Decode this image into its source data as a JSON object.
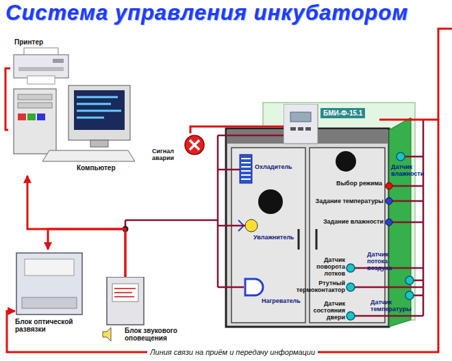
{
  "diagram": {
    "title": "Система управления инкубатором",
    "nodes": [
      {
        "text": [
          "Принтер"
        ]
      },
      {
        "text": [
          "Компьютер"
        ]
      },
      {
        "text": [
          "Сигнал аварии"
        ]
      },
      {
        "text": [
          "БМИ-Ф-15.1"
        ]
      },
      {
        "text": [
          "Блок оптической развязки"
        ]
      },
      {
        "text": [
          "Блок звукового оповещения"
        ]
      }
    ],
    "edges": [
      {
        "from": 0,
        "to": 1,
        "arrow": "none"
      },
      {
        "from": 5,
        "to": 1,
        "arrow": "to"
      },
      {
        "from": 5,
        "to": 4,
        "arrow": "to"
      },
      {
        "from": 3,
        "to": 4,
        "label": "Линия связи на приём и передачу информации",
        "arrow": "to"
      },
      {
        "from": 3,
        "to": 2,
        "arrow": "none"
      }
    ],
    "labels": [
      "Охладитель",
      "Увлажнитель",
      "Нагреватель",
      "Выбор режима",
      "Задание температуры",
      "Задание влажности",
      "Датчик влажности",
      "Датчик поворота лотков",
      "Ртутный термоконтактор",
      "Датчик состояния двери",
      "Датчик потока воздуха",
      "Датчик температуры"
    ]
  }
}
